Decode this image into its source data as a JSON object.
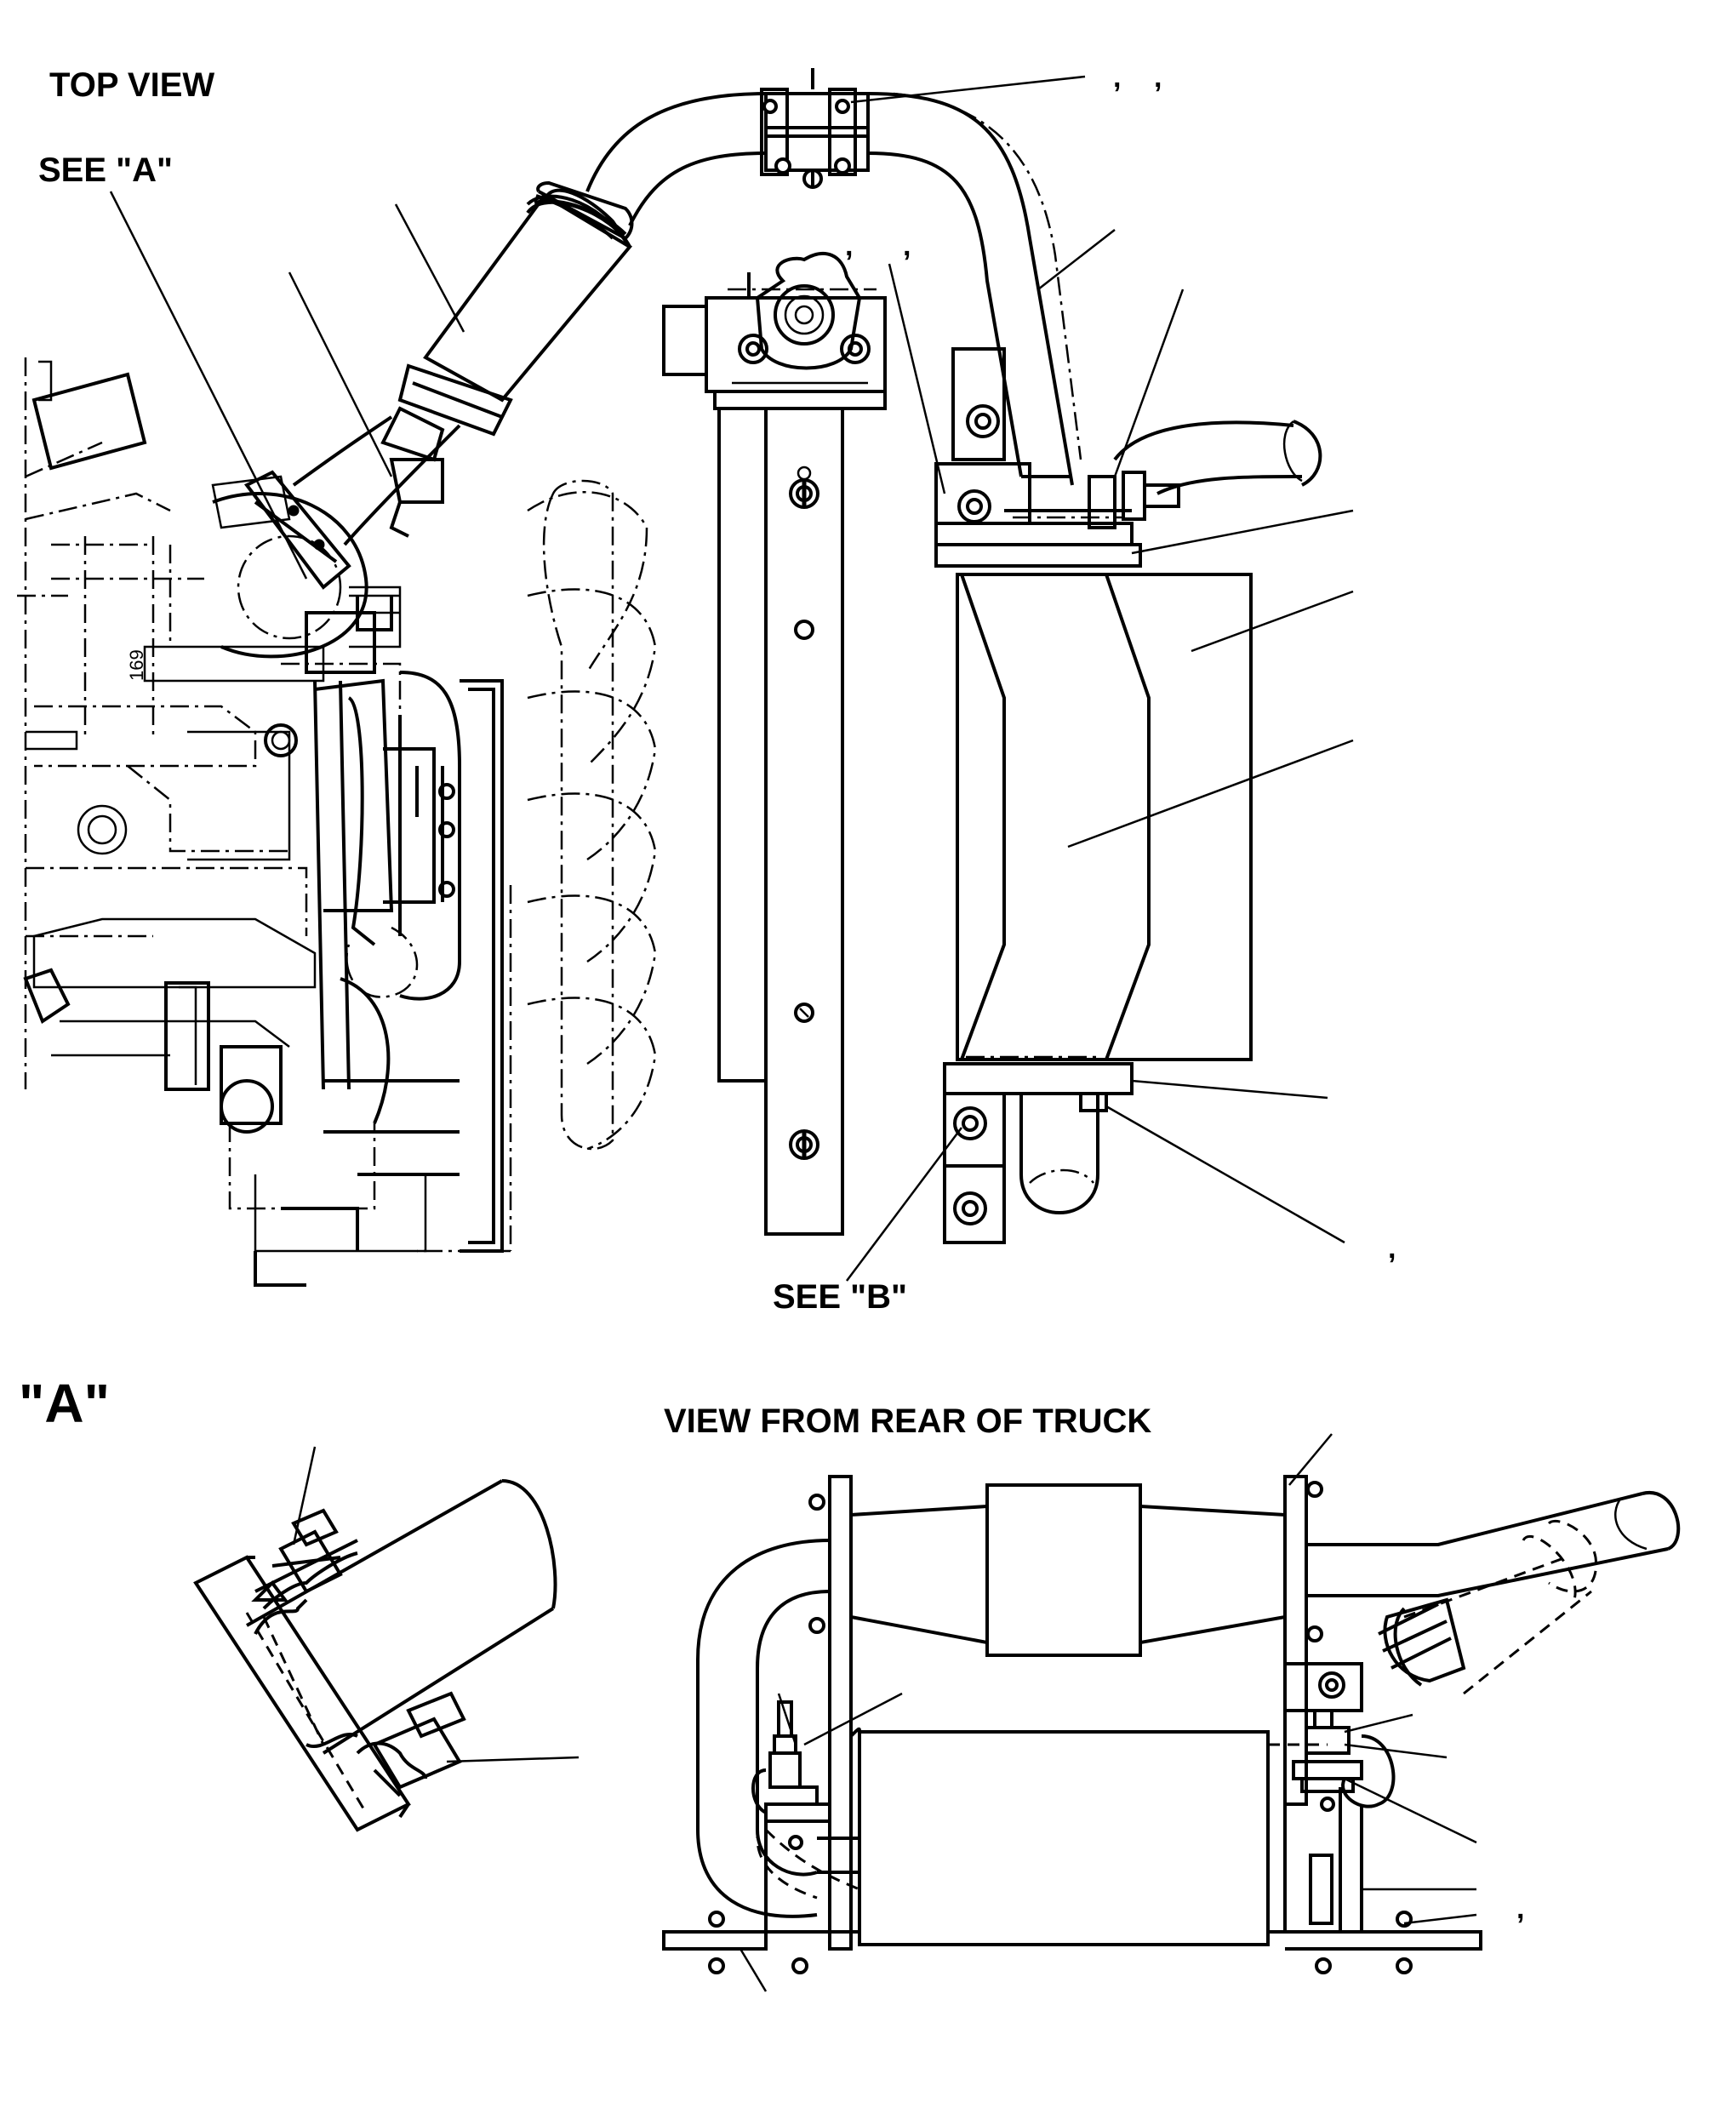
{
  "labels": {
    "top_view": "TOP VIEW",
    "see_a": "SEE \"A\"",
    "see_b": "SEE \"B\"",
    "detail_a": "\"A\"",
    "rear_view": "VIEW FROM REAR OF TRUCK"
  },
  "commas": [
    ",",
    ",",
    ",",
    ",",
    ",",
    ","
  ]
}
